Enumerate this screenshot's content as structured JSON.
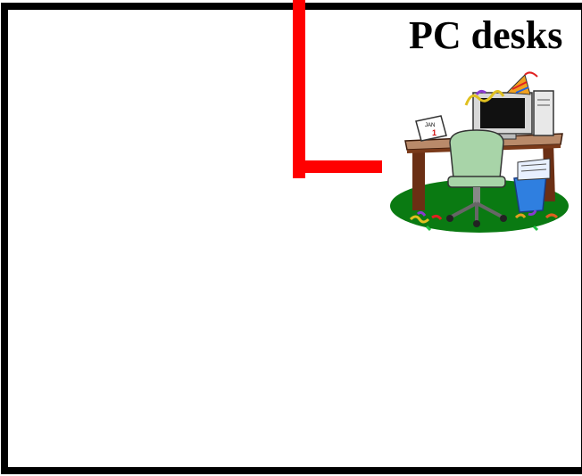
{
  "room_label": "PC desks",
  "calendar": {
    "month": "JAN",
    "day": "1"
  },
  "colors": {
    "border": "#000000",
    "wall_line": "#ff0000",
    "floor_rug": "#0a7a12",
    "desk_top": "#b98a6a",
    "desk_side": "#6b2f14",
    "chair": "#a8d4a8",
    "bin": "#2f7fe0",
    "monitor_frame": "#d8d8d8"
  },
  "icons": [
    "desk-clipart-icon",
    "computer-icon",
    "chair-icon",
    "wastebasket-icon",
    "calendar-icon",
    "party-hat-icon",
    "confetti-icon"
  ]
}
